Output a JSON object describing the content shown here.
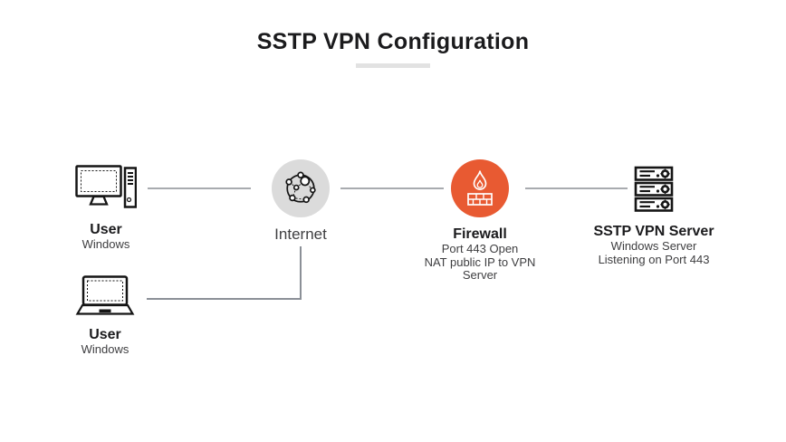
{
  "title": "SSTP VPN Configuration",
  "nodes": {
    "user_desktop": {
      "label": "User",
      "sublabel": "Windows"
    },
    "internet": {
      "label": "Internet"
    },
    "firewall": {
      "label": "Firewall",
      "line1": "Port 443 Open",
      "line2": "NAT public IP to VPN",
      "line3": "Server"
    },
    "vpn_server": {
      "label": "SSTP VPN Server",
      "line1": "Windows Server",
      "line2": "Listening on Port 443"
    },
    "user_laptop": {
      "label": "User",
      "sublabel": "Windows"
    }
  },
  "icons": {
    "user_desktop": "desktop-computer-icon",
    "internet": "network-globe-icon",
    "firewall": "firewall-flame-icon",
    "vpn_server": "server-rack-icon",
    "user_laptop": "laptop-icon"
  },
  "colors": {
    "title_text": "#1B1B1D",
    "label_text": "#1B1B1D",
    "sublabel_text": "#3E3E40",
    "firewall_circle": "#E85A32",
    "internet_circle": "#DBDBDB",
    "connector_line": "#A8ABAF",
    "branch_line": "#8B9097",
    "title_underline": "#E2E2E2"
  }
}
